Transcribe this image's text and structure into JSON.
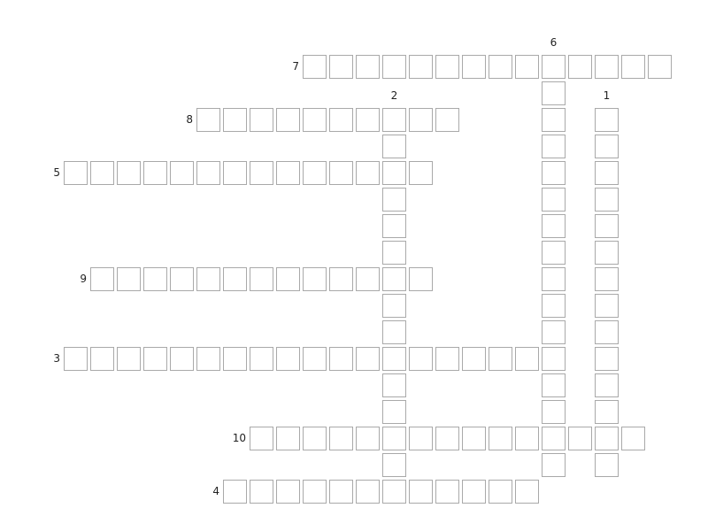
{
  "puzzle": {
    "words": [
      {
        "number": "1",
        "direction": "down",
        "length": 14
      },
      {
        "number": "2",
        "direction": "down",
        "length": 14
      },
      {
        "number": "3",
        "direction": "across",
        "length": 19
      },
      {
        "number": "4",
        "direction": "across",
        "length": 12
      },
      {
        "number": "5",
        "direction": "across",
        "length": 14
      },
      {
        "number": "6",
        "direction": "down",
        "length": 16
      },
      {
        "number": "7",
        "direction": "across",
        "length": 14
      },
      {
        "number": "8",
        "direction": "across",
        "length": 10
      },
      {
        "number": "9",
        "direction": "across",
        "length": 13
      },
      {
        "number": "10",
        "direction": "across",
        "length": 15
      }
    ]
  }
}
